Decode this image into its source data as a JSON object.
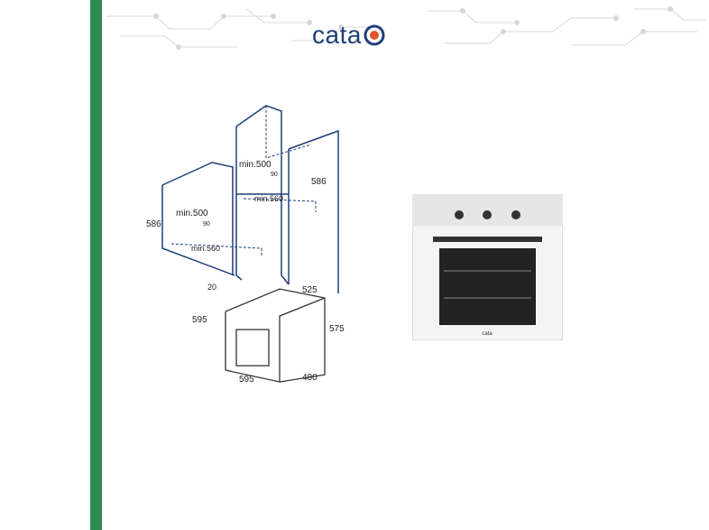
{
  "brand": {
    "name": "cata",
    "accent_color": "#1f3f7a",
    "sidebar_color": "#2e8b57",
    "logo_mark_color": "#e3552b"
  },
  "diagram": {
    "column_labels": {
      "min_width": "min.500",
      "depth": "90",
      "inner": "min.560",
      "height": "586"
    },
    "wall_labels": {
      "min_width": "min.500",
      "depth": "90",
      "inner": "min.560",
      "height": "586"
    },
    "oven_dims": {
      "top": "20",
      "depth_top": "525",
      "height": "595",
      "side_height": "575",
      "width": "595",
      "side_depth": "480"
    }
  },
  "product": {
    "logo_small": "cata",
    "knob_count": 3
  }
}
